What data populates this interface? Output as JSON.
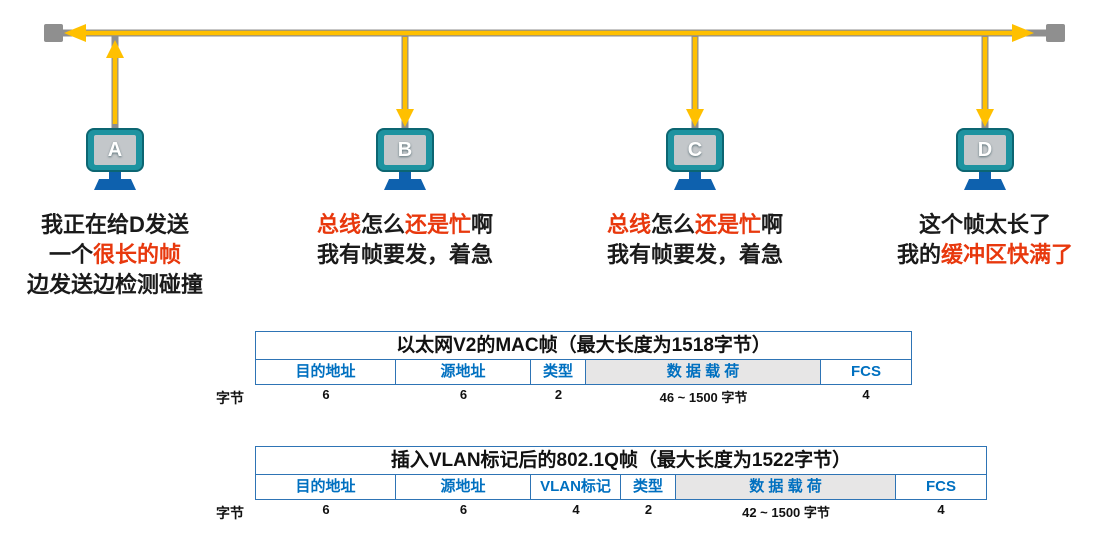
{
  "colors": {
    "signal_yellow": "#FFC000",
    "bus_gray": "#8F8F8F",
    "monitor_teal": "#1E93A0",
    "monitor_border": "#0C6672",
    "screen_gray": "#C3C7CA",
    "stand_blue": "#0E61AE",
    "text_red": "#E8380D",
    "text_black": "#1A1A1A",
    "table_blue": "#2E74B5",
    "field_blue": "#0070C0",
    "shade_gray": "#E7E6E6"
  },
  "nodes": [
    {
      "label": "A",
      "arrow": "up",
      "speech": [
        [
          {
            "text": "我正在给D发送",
            "color": "black"
          }
        ],
        [
          {
            "text": "一个",
            "color": "black"
          },
          {
            "text": "很长的帧",
            "color": "red"
          }
        ],
        [
          {
            "text": "边发送边检测碰撞",
            "color": "black"
          }
        ]
      ]
    },
    {
      "label": "B",
      "arrow": "down",
      "speech": [
        [
          {
            "text": "总线",
            "color": "red"
          },
          {
            "text": "怎么",
            "color": "black"
          },
          {
            "text": "还是忙",
            "color": "red"
          },
          {
            "text": "啊",
            "color": "black"
          }
        ],
        [
          {
            "text": "我有帧要发，着急",
            "color": "black"
          }
        ]
      ]
    },
    {
      "label": "C",
      "arrow": "down",
      "speech": [
        [
          {
            "text": "总线",
            "color": "red"
          },
          {
            "text": "怎么",
            "color": "black"
          },
          {
            "text": "还是忙",
            "color": "red"
          },
          {
            "text": "啊",
            "color": "black"
          }
        ],
        [
          {
            "text": "我有帧要发，着急",
            "color": "black"
          }
        ]
      ]
    },
    {
      "label": "D",
      "arrow": "down",
      "speech": [
        [
          {
            "text": "这个帧太长了",
            "color": "black"
          }
        ],
        [
          {
            "text": "我的",
            "color": "black"
          },
          {
            "text": "缓冲区快满了",
            "color": "red"
          }
        ]
      ]
    }
  ],
  "tables": [
    {
      "title": "以太网V2的MAC帧（最大长度为1518字节）",
      "byte_label": "字节",
      "fields": [
        {
          "name": "目的地址",
          "bytes": "6"
        },
        {
          "name": "源地址",
          "bytes": "6"
        },
        {
          "name": "类型",
          "bytes": "2"
        },
        {
          "name": "数 据 载 荷",
          "bytes": "46 ~ 1500 字节",
          "shaded": true
        },
        {
          "name": "FCS",
          "bytes": "4"
        }
      ]
    },
    {
      "title": "插入VLAN标记后的802.1Q帧（最大长度为1522字节）",
      "byte_label": "字节",
      "fields": [
        {
          "name": "目的地址",
          "bytes": "6"
        },
        {
          "name": "源地址",
          "bytes": "6"
        },
        {
          "name": "VLAN标记",
          "bytes": "4"
        },
        {
          "name": "类型",
          "bytes": "2"
        },
        {
          "name": "数 据 载 荷",
          "bytes": "42 ~ 1500 字节",
          "shaded": true
        },
        {
          "name": "FCS",
          "bytes": "4"
        }
      ]
    }
  ]
}
